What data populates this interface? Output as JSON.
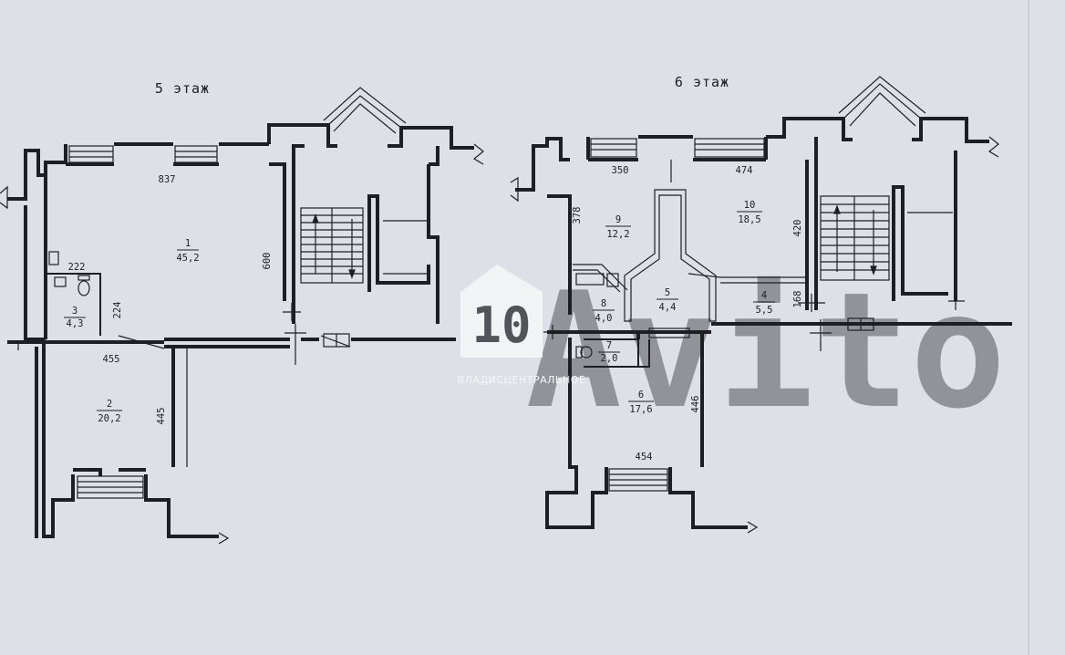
{
  "floors": [
    {
      "title": "5 этаж",
      "dimensions": [
        "837",
        "600",
        "222",
        "224",
        "455",
        "445"
      ],
      "rooms": [
        {
          "number": "1",
          "area": "45,2"
        },
        {
          "number": "2",
          "area": "20,2"
        },
        {
          "number": "3",
          "area": "4,3"
        }
      ]
    },
    {
      "title": "6 этаж",
      "dimensions": [
        "350",
        "474",
        "378",
        "420",
        "168",
        "446",
        "454"
      ],
      "rooms": [
        {
          "number": "4",
          "area": "5,5"
        },
        {
          "number": "5",
          "area": "4,4"
        },
        {
          "number": "6",
          "area": "17,6"
        },
        {
          "number": "7",
          "area": "2,0"
        },
        {
          "number": "8",
          "area": "4,0"
        },
        {
          "number": "9",
          "area": "12,2"
        },
        {
          "number": "10",
          "area": "18,5"
        }
      ]
    }
  ],
  "watermark": {
    "logo_text": "Avito",
    "caption": "ВЛАДИСЦЕНТРАЛЬНОЕ"
  },
  "colors": {
    "paper": "#dde0e6",
    "ink": "#1e1f24",
    "watermark": "#ffffff"
  }
}
